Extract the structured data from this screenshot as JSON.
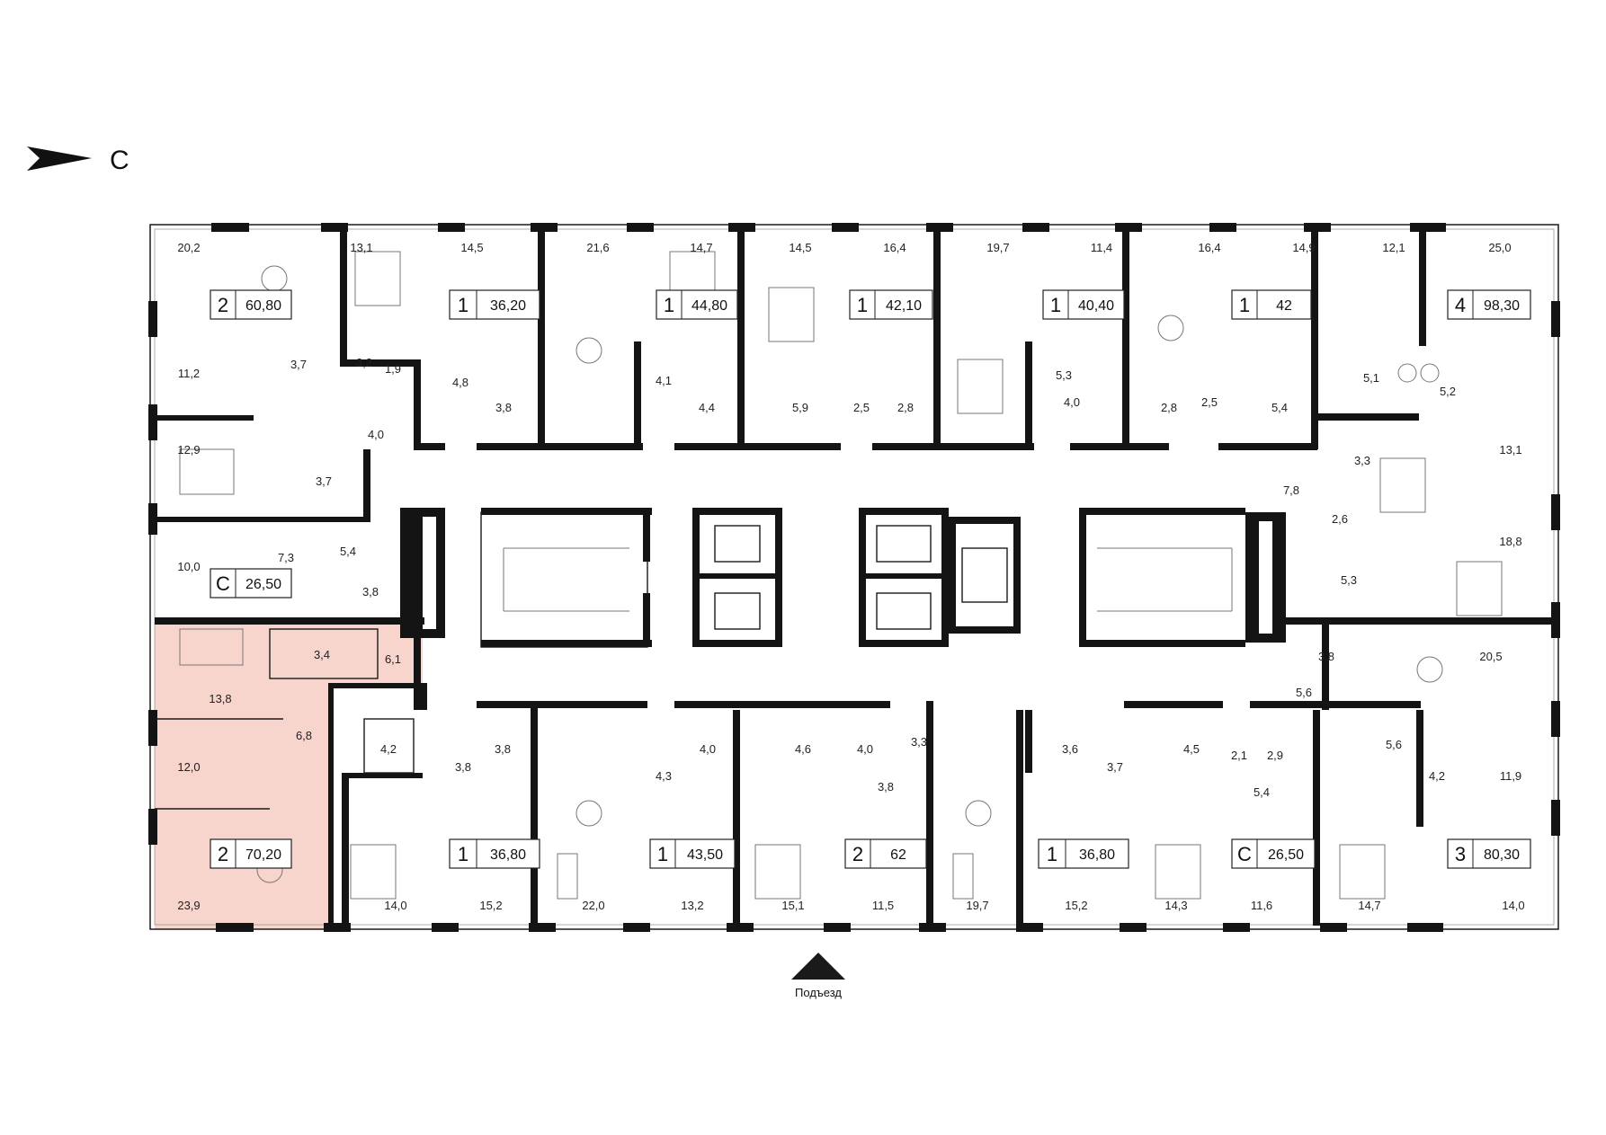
{
  "compass": {
    "label": "С",
    "icon": "north-arrow-icon"
  },
  "entrance": {
    "label": "Подъезд",
    "icon": "entrance-triangle-icon"
  },
  "highlight_color": "#f7d4cc",
  "apartments": [
    {
      "id": "a1",
      "rooms": "2",
      "area": "60,80",
      "selected": false
    },
    {
      "id": "a2",
      "rooms": "1",
      "area": "36,20",
      "selected": false
    },
    {
      "id": "a3",
      "rooms": "1",
      "area": "44,80",
      "selected": false
    },
    {
      "id": "a4",
      "rooms": "1",
      "area": "42,10",
      "selected": false
    },
    {
      "id": "a5",
      "rooms": "1",
      "area": "40,40",
      "selected": false
    },
    {
      "id": "a6",
      "rooms": "1",
      "area": "42",
      "selected": false
    },
    {
      "id": "a7",
      "rooms": "4",
      "area": "98,30",
      "selected": false
    },
    {
      "id": "a8",
      "rooms": "С",
      "area": "26,50",
      "selected": false
    },
    {
      "id": "a9",
      "rooms": "2",
      "area": "70,20",
      "selected": true
    },
    {
      "id": "a10",
      "rooms": "1",
      "area": "36,80",
      "selected": false
    },
    {
      "id": "a11",
      "rooms": "1",
      "area": "43,50",
      "selected": false
    },
    {
      "id": "a12",
      "rooms": "2",
      "area": "62",
      "selected": false
    },
    {
      "id": "a13",
      "rooms": "1",
      "area": "36,80",
      "selected": false
    },
    {
      "id": "a14",
      "rooms": "С",
      "area": "26,50",
      "selected": false
    },
    {
      "id": "a15",
      "rooms": "3",
      "area": "80,30",
      "selected": false
    }
  ],
  "room_areas": [
    "20,2",
    "13,1",
    "14,5",
    "21,6",
    "14,7",
    "14,5",
    "16,4",
    "19,7",
    "11,4",
    "16,4",
    "14,9",
    "12,1",
    "25,0",
    "11,2",
    "3,7",
    "3,2",
    "1,9",
    "4,8",
    "4,1",
    "5,3",
    "2,5",
    "2,5",
    "5,1",
    "5,2",
    "4,0",
    "3,8",
    "4,4",
    "5,9",
    "2,8",
    "4,0",
    "2,8",
    "5,4",
    "12,9",
    "3,7",
    "13,1",
    "3,3",
    "7,8",
    "7,3",
    "5,4",
    "2,6",
    "18,8",
    "10,0",
    "3,8",
    "5,3",
    "3,4",
    "6,1",
    "3,8",
    "20,5",
    "13,8",
    "5,6",
    "6,8",
    "4,2",
    "3,8",
    "4,0",
    "4,6",
    "4,0",
    "3,3",
    "3,6",
    "3,7",
    "4,5",
    "2,1",
    "2,9",
    "5,6",
    "12,0",
    "3,8",
    "4,3",
    "3,8",
    "5,4",
    "4,2",
    "11,9",
    "14,0",
    "15,2",
    "22,0",
    "13,2",
    "15,1",
    "11,5",
    "19,7",
    "15,2",
    "14,3",
    "11,6",
    "14,7",
    "14,0",
    "23,9"
  ]
}
